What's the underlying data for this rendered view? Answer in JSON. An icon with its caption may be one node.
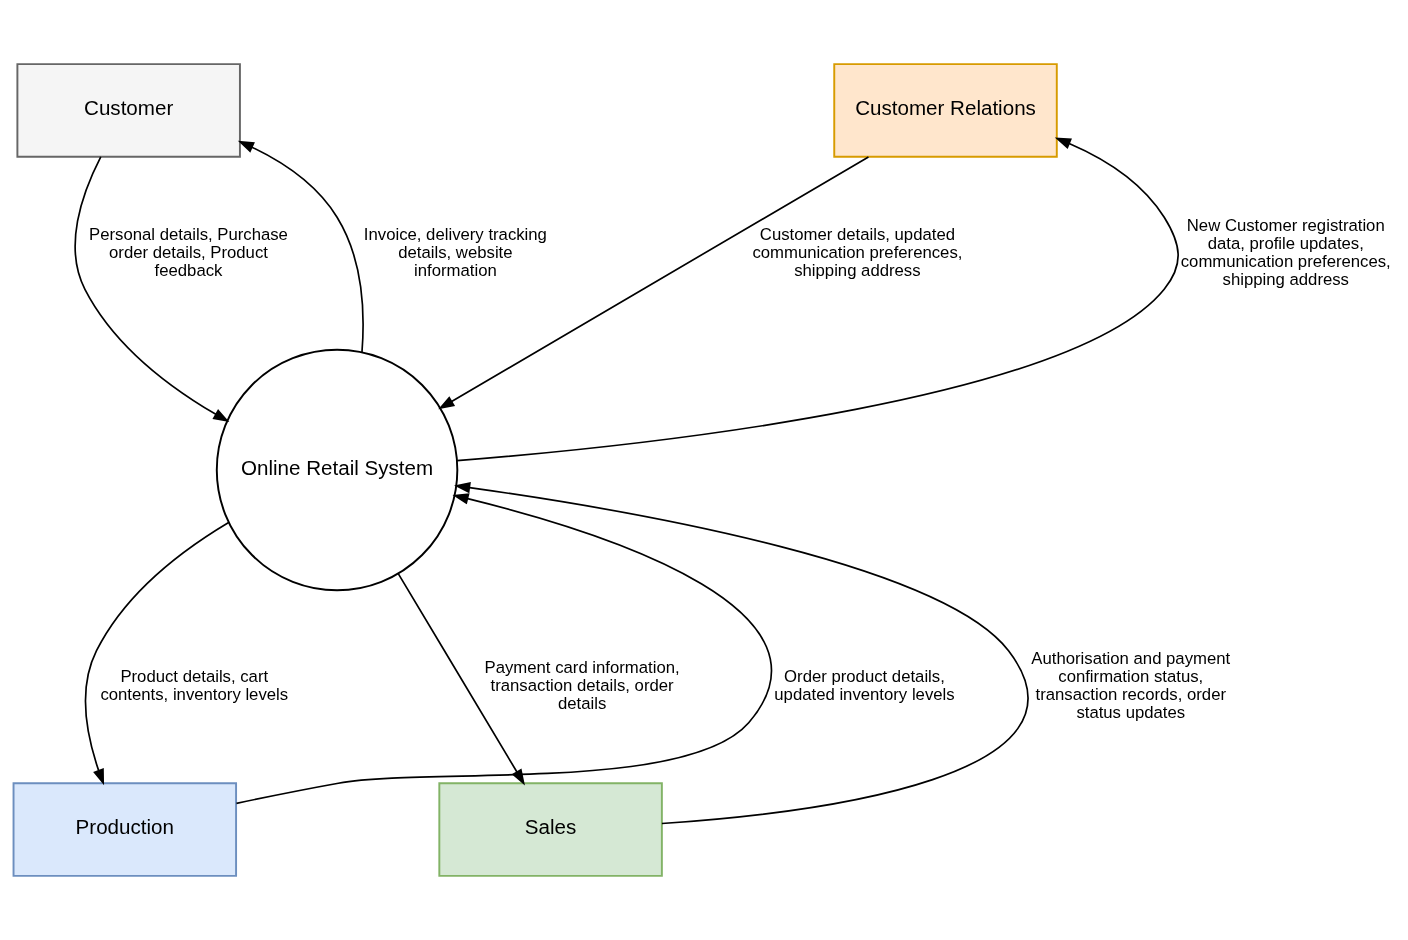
{
  "diagram": {
    "nodes": [
      {
        "text": [
          "Customer"
        ]
      },
      {
        "text": [
          "Customer Relations"
        ]
      },
      {
        "text": [
          "Online Retail System"
        ]
      },
      {
        "text": [
          "Production"
        ]
      },
      {
        "text": [
          "Sales"
        ]
      }
    ],
    "edges": [
      {
        "from": 0,
        "to": 2,
        "arrow": "to",
        "label": "Personal details, Purchase order details, Product feedback"
      },
      {
        "from": 2,
        "to": 0,
        "arrow": "to",
        "label": "Invoice, delivery tracking details, website information"
      },
      {
        "from": 2,
        "to": 1,
        "arrow": "to",
        "label": "New Customer registration data, profile updates, communication preferences, shipping address"
      },
      {
        "from": 1,
        "to": 2,
        "arrow": "to",
        "label": "Customer details, updated communication preferences, shipping address"
      },
      {
        "from": 2,
        "to": 4,
        "arrow": "to",
        "label": "Payment card information, transaction details, order details"
      },
      {
        "from": 4,
        "to": 2,
        "arrow": "to",
        "label": "Authorisation and payment confirmation status, transaction records, order status updates"
      },
      {
        "from": 3,
        "to": 2,
        "arrow": "to",
        "label": "Order product details, updated inventory levels"
      },
      {
        "from": 2,
        "to": 3,
        "arrow": "to",
        "label": "Product details, cart contents, inventory levels"
      }
    ]
  }
}
